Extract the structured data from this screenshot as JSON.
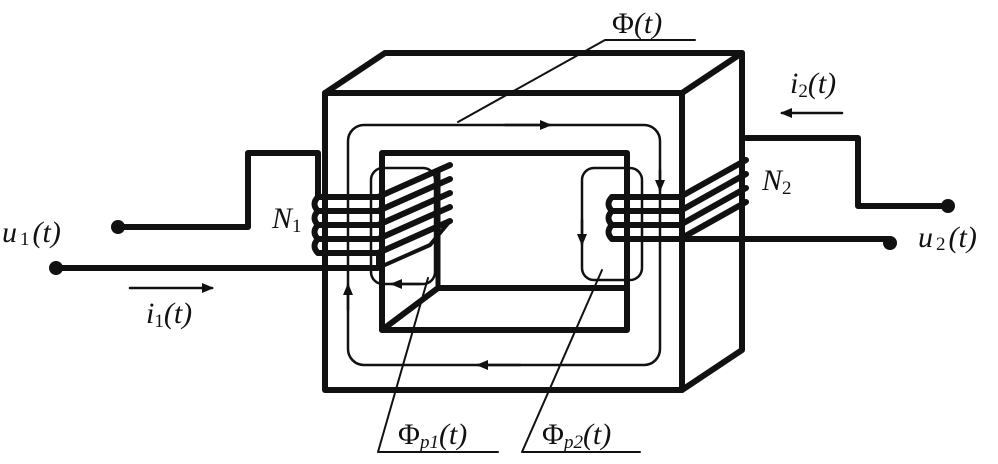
{
  "labels": {
    "u1": {
      "main": "u",
      "sub": "1",
      "tail": "(t)"
    },
    "u2": {
      "main": "u",
      "sub": "2",
      "tail": "(t)"
    },
    "i1": {
      "main": "i",
      "sub": "1",
      "tail": "(t)"
    },
    "i2": {
      "main": "i",
      "sub": "2",
      "tail": "(t)"
    },
    "n1": {
      "main": "N",
      "sub": "1"
    },
    "n2": {
      "main": "N",
      "sub": "2"
    },
    "phi": {
      "main": "Φ",
      "tail": "(t)"
    },
    "phi_p1": {
      "main": "Φ",
      "sub": "p1",
      "tail": "(t)"
    },
    "phi_p2": {
      "main": "Φ",
      "sub": "p2",
      "tail": "(t)"
    }
  }
}
